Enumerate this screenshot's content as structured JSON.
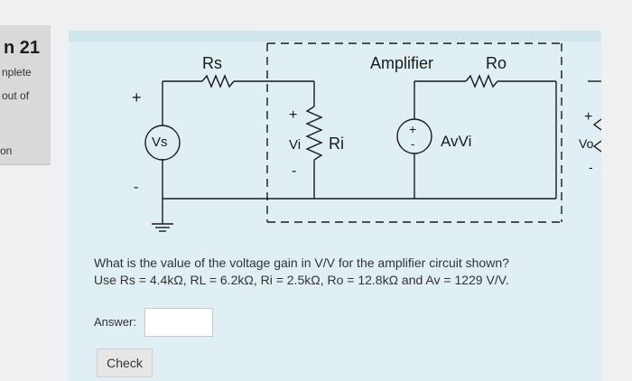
{
  "sidebar": {
    "question_number": "n 21",
    "status": "nplete",
    "marks": "out of",
    "flag": "on"
  },
  "circuit": {
    "label_rs": "Rs",
    "label_amplifier": "Amplifier",
    "label_ro": "Ro",
    "label_vs": "Vs",
    "label_vi": "Vi",
    "label_ri": "Ri",
    "label_avvi": "AvVi",
    "label_vo": "Vo",
    "plus": "+",
    "minus": "-"
  },
  "question": {
    "line1": "What is the value of the voltage gain in V/V for the amplifier circuit shown?",
    "line2": "Use Rs = 4.4kΩ, RL = 6.2kΩ, Ri = 2.5kΩ, Ro = 12.8kΩ and Av = 1229 V/V."
  },
  "answer": {
    "label": "Answer:",
    "value": "",
    "placeholder": ""
  },
  "check_button": {
    "label": "Check"
  }
}
